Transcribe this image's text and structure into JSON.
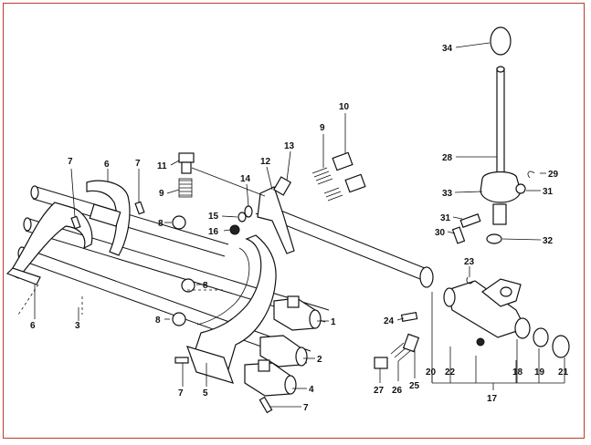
{
  "diagram": {
    "callouts": [
      {
        "id": "c1",
        "text": "1"
      },
      {
        "id": "c2",
        "text": "2"
      },
      {
        "id": "c3",
        "text": "3"
      },
      {
        "id": "c4",
        "text": "4"
      },
      {
        "id": "c5",
        "text": "5"
      },
      {
        "id": "c6a",
        "text": "6"
      },
      {
        "id": "c6b",
        "text": "6"
      },
      {
        "id": "c7a",
        "text": "7"
      },
      {
        "id": "c7b",
        "text": "7"
      },
      {
        "id": "c7c",
        "text": "7"
      },
      {
        "id": "c7d",
        "text": "7"
      },
      {
        "id": "c8a",
        "text": "8"
      },
      {
        "id": "c8b",
        "text": "8"
      },
      {
        "id": "c8c",
        "text": "8"
      },
      {
        "id": "c9a",
        "text": "9"
      },
      {
        "id": "c9b",
        "text": "9"
      },
      {
        "id": "c10",
        "text": "10"
      },
      {
        "id": "c11",
        "text": "11"
      },
      {
        "id": "c12",
        "text": "12"
      },
      {
        "id": "c13",
        "text": "13"
      },
      {
        "id": "c14",
        "text": "14"
      },
      {
        "id": "c15",
        "text": "15"
      },
      {
        "id": "c16",
        "text": "16"
      },
      {
        "id": "c17",
        "text": "17"
      },
      {
        "id": "c18",
        "text": "18"
      },
      {
        "id": "c19",
        "text": "19"
      },
      {
        "id": "c20",
        "text": "20"
      },
      {
        "id": "c21",
        "text": "21"
      },
      {
        "id": "c22",
        "text": "22"
      },
      {
        "id": "c23",
        "text": "23"
      },
      {
        "id": "c24",
        "text": "24"
      },
      {
        "id": "c25",
        "text": "25"
      },
      {
        "id": "c26",
        "text": "26"
      },
      {
        "id": "c27",
        "text": "27"
      },
      {
        "id": "c28",
        "text": "28"
      },
      {
        "id": "c29",
        "text": "29"
      },
      {
        "id": "c30",
        "text": "30"
      },
      {
        "id": "c31a",
        "text": "31"
      },
      {
        "id": "c31b",
        "text": "31"
      },
      {
        "id": "c32",
        "text": "32"
      },
      {
        "id": "c33",
        "text": "33"
      },
      {
        "id": "c34",
        "text": "34"
      }
    ]
  },
  "colors": {
    "frame_border": "#c0392b",
    "ink": "#111111",
    "background": "#ffffff"
  }
}
